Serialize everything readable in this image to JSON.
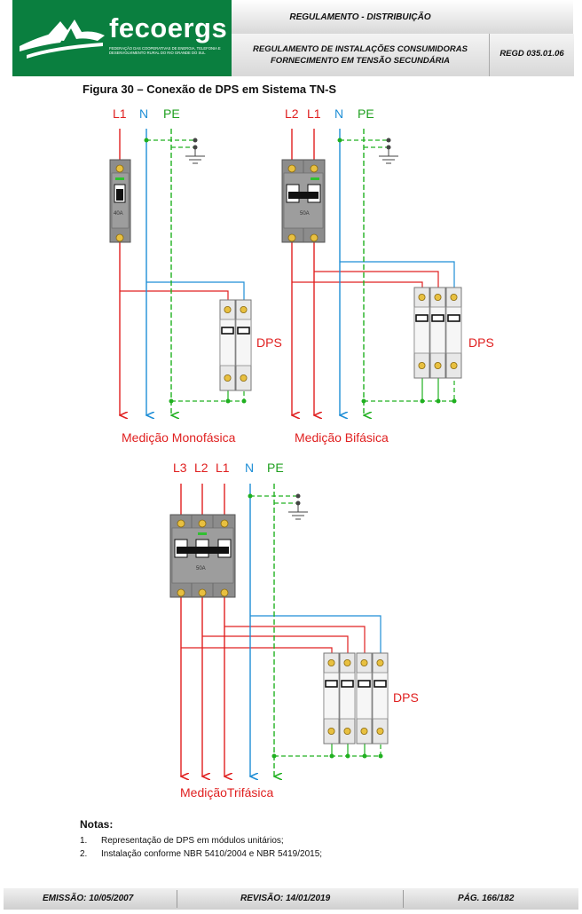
{
  "header": {
    "logo_name": "fecoergs",
    "logo_subtitle": "FEDERAÇÃO DAS COOPERATIVAS DE ENERGIA, TELEFONIA E DESENVOLVIMENTO RURAL DO RIO GRANDE DO SUL",
    "title": "REGULAMENTO - DISTRIBUIÇÃO",
    "subtitle_line1": "REGULAMENTO DE INSTALAÇÕES CONSUMIDORAS",
    "subtitle_line2": "FORNECIMENTO EM TENSÃO SECUNDÁRIA",
    "code": "REGD 035.01.06"
  },
  "figure": {
    "title": "Figura 30 – Conexão de DPS em Sistema TN-S",
    "mono": {
      "labels": [
        "L1",
        "N",
        "PE"
      ],
      "breaker": "40A",
      "dps": "DPS",
      "caption": "Medição Monofásica"
    },
    "bi": {
      "labels": [
        "L2",
        "L1",
        "N",
        "PE"
      ],
      "breaker": "50A",
      "dps": "DPS",
      "caption": "Medição Bifásica"
    },
    "tri": {
      "labels": [
        "L3",
        "L2",
        "L1",
        "N",
        "PE"
      ],
      "breaker": "50A",
      "dps": "DPS",
      "caption": "MediçãoTrifásica"
    }
  },
  "notes": {
    "title": "Notas:",
    "items": [
      {
        "num": "1.",
        "text": "Representação de DPS em módulos unitários;"
      },
      {
        "num": "2.",
        "text": "Instalação conforme NBR 5410/2004 e NBR 5419/2015;"
      }
    ]
  },
  "footer": {
    "emissao": "EMISSÃO: 10/05/2007",
    "revisao": "REVISÃO: 14/01/2019",
    "pagina": "PÁG. 166/182"
  },
  "colors": {
    "phase": "#e02020",
    "neutral": "#1e8ed6",
    "earth": "#20b020",
    "brand": "#0a7f3f"
  }
}
